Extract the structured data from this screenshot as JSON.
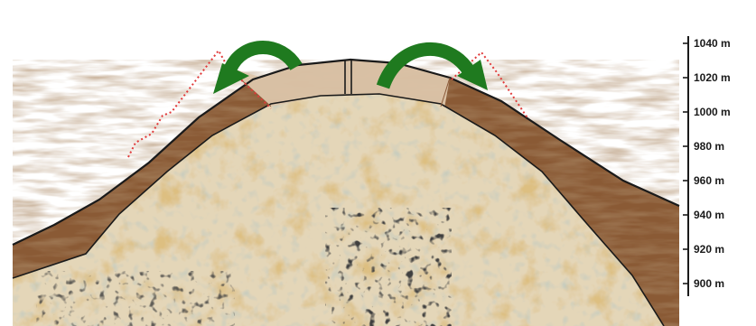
{
  "elevation_scale": {
    "unit": "m",
    "ticks": [
      {
        "value": 1040,
        "label": "1040 m"
      },
      {
        "value": 1020,
        "label": "1020 m"
      },
      {
        "value": 1000,
        "label": "1000 m"
      },
      {
        "value": 980,
        "label": "980 m"
      },
      {
        "value": 960,
        "label": "960 m"
      },
      {
        "value": 940,
        "label": "940 m"
      },
      {
        "value": 920,
        "label": "920 m"
      },
      {
        "value": 900,
        "label": "900 m"
      }
    ]
  },
  "colors": {
    "soil": "#8a5a36",
    "bedrock": "#e4d6b8",
    "excavation": "#dcc5aa",
    "arrow": "#1f7a1f",
    "outline_dotted": "#e03a3a"
  },
  "icons": [
    "curved-arrow-left-icon",
    "curved-arrow-right-icon"
  ]
}
